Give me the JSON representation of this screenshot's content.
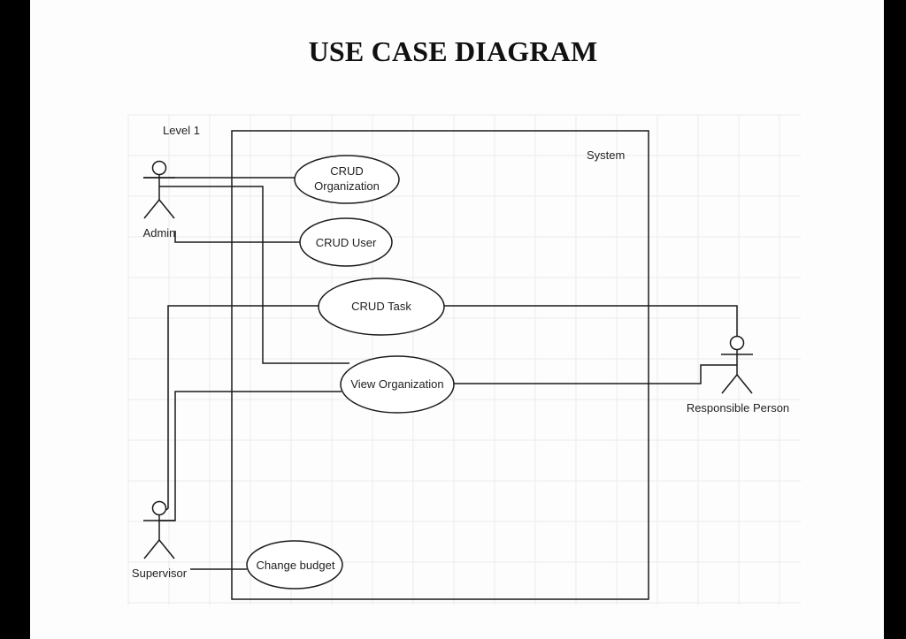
{
  "title": "USE CASE DIAGRAM",
  "diagram": {
    "level_label": "Level 1",
    "system_label": "System",
    "actors": {
      "admin": "Admin",
      "supervisor": "Supervisor",
      "responsible_person": "Responsible Person"
    },
    "use_cases": {
      "crud_organization_line1": "CRUD",
      "crud_organization_line2": "Organization",
      "crud_user": "CRUD User",
      "crud_task": "CRUD Task",
      "view_organization": "View Organization",
      "change_budget": "Change budget"
    },
    "associations": [
      {
        "actor": "Admin",
        "use_case": "CRUD Organization"
      },
      {
        "actor": "Admin",
        "use_case": "CRUD User"
      },
      {
        "actor": "Admin",
        "use_case": "View Organization"
      },
      {
        "actor": "Supervisor",
        "use_case": "CRUD Task"
      },
      {
        "actor": "Supervisor",
        "use_case": "View Organization"
      },
      {
        "actor": "Supervisor",
        "use_case": "Change budget"
      },
      {
        "actor": "Responsible Person",
        "use_case": "CRUD Task"
      },
      {
        "actor": "Responsible Person",
        "use_case": "View Organization"
      }
    ]
  }
}
